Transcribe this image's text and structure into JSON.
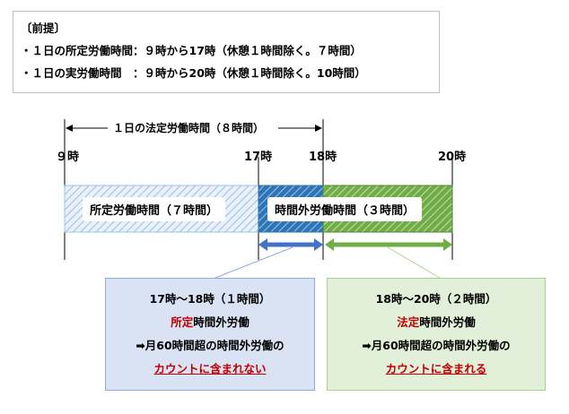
{
  "premise": {
    "heading": "〔前提〕",
    "line1": "・１日の所定労働時間：９時から17時（休憩１時間除く。７時間）",
    "line2": "・１日の実労働時間　：９時から20時（休憩１時間除く。10時間）"
  },
  "timeline": {
    "legal_label": "１日の法定労働時間（８時間）",
    "ticks": [
      "９時",
      "17時",
      "18時",
      "20時"
    ],
    "scheduled_label": "所定労働時間（７時間）",
    "overtime_label": "時間外労働時間（３時間）"
  },
  "callout_left": {
    "line1": "17時〜18時（１時間）",
    "line2_red": "所定",
    "line2_rest": "時間外労働",
    "line3": "➡月60時間超の時間外労働の",
    "line4": "カウントに含まれない"
  },
  "callout_right": {
    "line1": "18時〜20時（２時間）",
    "line2_red": "法定",
    "line2_rest": "時間外労働",
    "line3": "➡月60時間超の時間外労働の",
    "line4": "カウントに含まれる"
  },
  "colors": {
    "scheduled_fill": "#dae3f3",
    "scheduled_hatch": "#9dc3e6",
    "overtime1_fill": "#2e75b6",
    "overtime2_fill": "#70ad47",
    "arrow_blue": "#4472c4",
    "arrow_green": "#70ad47",
    "callout_left_bg": "#dae3f3",
    "callout_left_border": "#8faadc",
    "callout_right_bg": "#e2f0d9",
    "callout_right_border": "#a9d18e",
    "accent_red": "#c00000"
  }
}
